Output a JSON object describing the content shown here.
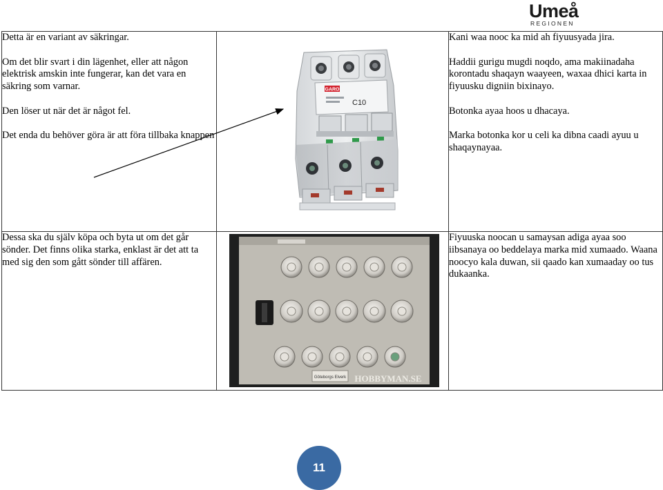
{
  "logo": {
    "word": "Umeå",
    "sub": "REGIONEN"
  },
  "row1": {
    "swedish": [
      "Detta är en variant av säkringar.",
      "Om det blir svart i din lägenhet, eller att någon elektrisk amskin inte fungerar, kan det vara en säkring som varnar.",
      "Den löser ut när det är något fel.",
      "Det enda du behöver göra är att föra tillbaka knappen"
    ],
    "somali": [
      "Kani waa nooc ka mid ah fiyuusyada jira.",
      "Haddii gurigu mugdi noqdo, ama makiinadaha korontadu shaqayn waayeen, waxaa dhici karta in fiyuusku digniin bixinayo.",
      "Botonka ayaa hoos u dhacaya.",
      "Marka botonka kor u celi ka dibna caadi ayuu u shaqaynayaa."
    ],
    "breaker": {
      "brand": "GARO",
      "rating": "C10"
    }
  },
  "row2": {
    "swedish": "Dessa ska du själv köpa och byta ut om det går sönder. Det finns olika starka, enklast är det att ta med sig den som gått sönder till affären.",
    "somali": "Fiyuuska noocan u samaysan adiga ayaa soo iibsanaya oo beddelaya marka mid xumaado. Waana noocyo kala duwan, sii qaado kan xumaaday oo tus dukaanka.",
    "panel": {
      "plate": "Göteborgs Elverk",
      "watermark": "HOBBYMAN.SE"
    }
  },
  "page_number": "11",
  "colors": {
    "badge": "#3a6aa3",
    "border": "#333333"
  }
}
